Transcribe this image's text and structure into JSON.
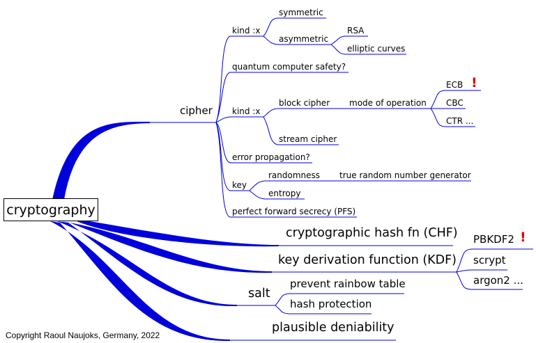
{
  "root": "cryptography",
  "cipher": {
    "label": "cipher",
    "kind1": {
      "label": "kind :x",
      "symmetric": "symmetric",
      "asymmetric": {
        "label": "asymmetric",
        "rsa": "RSA",
        "ec": "elliptic curves"
      }
    },
    "quantum": "quantum computer safety?",
    "kind2": {
      "label": "kind :x",
      "block": "block cipher",
      "mode": "mode of operation",
      "ecb": "ECB",
      "cbc": "CBC",
      "ctr": "CTR ...",
      "stream": "stream cipher"
    },
    "error": "error propagation?",
    "key": {
      "label": "key",
      "randomness": "randomness",
      "trng": "true random number generator",
      "entropy": "entropy"
    },
    "pfs": "perfect forward secrecy (PFS)"
  },
  "chf": "cryptographic hash fn (CHF)",
  "kdf": {
    "label": "key derivation function (KDF)",
    "pbkdf2": "PBKDF2",
    "scrypt": "scrypt",
    "argon2": "argon2 ..."
  },
  "salt": {
    "label": "salt",
    "rainbow": "prevent rainbow table",
    "hash": "hash protection"
  },
  "deniability": "plausible deniability",
  "copyright": "Copyright Raoul Naujoks, Germany, 2022",
  "colors": {
    "edge": "#0000dd",
    "text": "#000000",
    "warning": "#dd0000"
  },
  "icons": {
    "warning": "exclamation-icon"
  }
}
